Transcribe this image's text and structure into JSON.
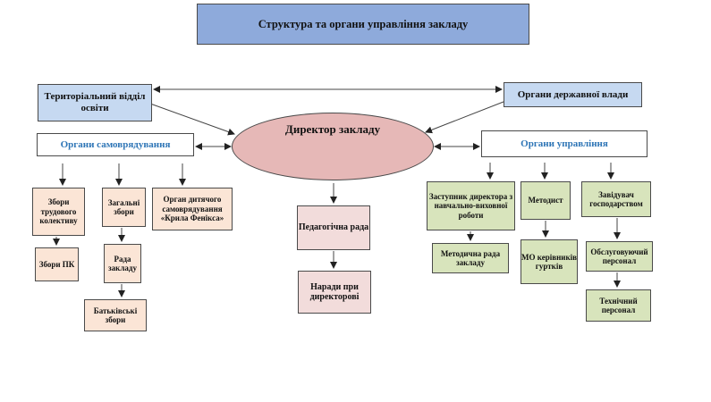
{
  "title": "Структура та органи  управління закладу",
  "territorial": "Територіальний відділ освіти",
  "state_bodies": "Органи державної влади",
  "self_government": "Органи самоврядування",
  "management": "Органи управління",
  "director": "Директор закладу",
  "self_gov_children": {
    "labor_meeting": "Збори трудового колективу",
    "general_meeting": "Загальні збори",
    "children_body": "Орган дитячого самоврядування «Крила Фенікса»",
    "pk_meeting": "Збори ПК",
    "school_council": "Рада закладу",
    "parents_meeting": "Батьківські збори"
  },
  "center_children": {
    "pedagogical_council": "Педагогічна рада",
    "director_meetings": "Наради при директорові"
  },
  "management_children": {
    "deputy": "Заступник директора з навчально-виховної роботи",
    "methodist": "Методист",
    "facility_manager": "Завідувач господарством",
    "methodical_council": "Методична рада закладу",
    "mo_heads": "МО керівників гуртків",
    "service_staff": "Обслуговуючий персонал",
    "technical_staff": "Технічний персонал"
  }
}
